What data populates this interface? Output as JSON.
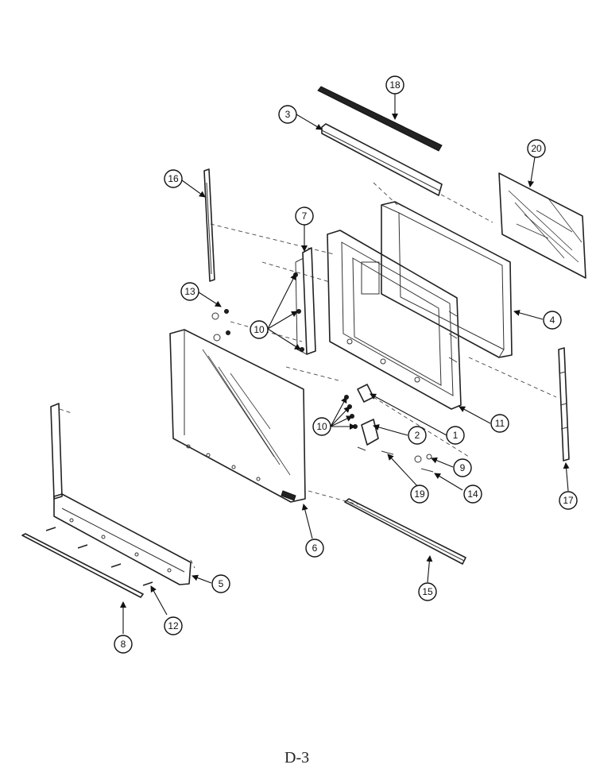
{
  "diagram": {
    "callouts": {
      "c1": "1",
      "c2": "2",
      "c3": "3",
      "c4": "4",
      "c5": "5",
      "c6": "6",
      "c7": "7",
      "c8": "8",
      "c9": "9",
      "c10a": "10",
      "c10b": "10",
      "c11": "11",
      "c12": "12",
      "c13": "13",
      "c14": "14",
      "c15": "15",
      "c16": "16",
      "c17": "17",
      "c18": "18",
      "c19": "19",
      "c20": "20"
    },
    "page_label": "D-3"
  }
}
